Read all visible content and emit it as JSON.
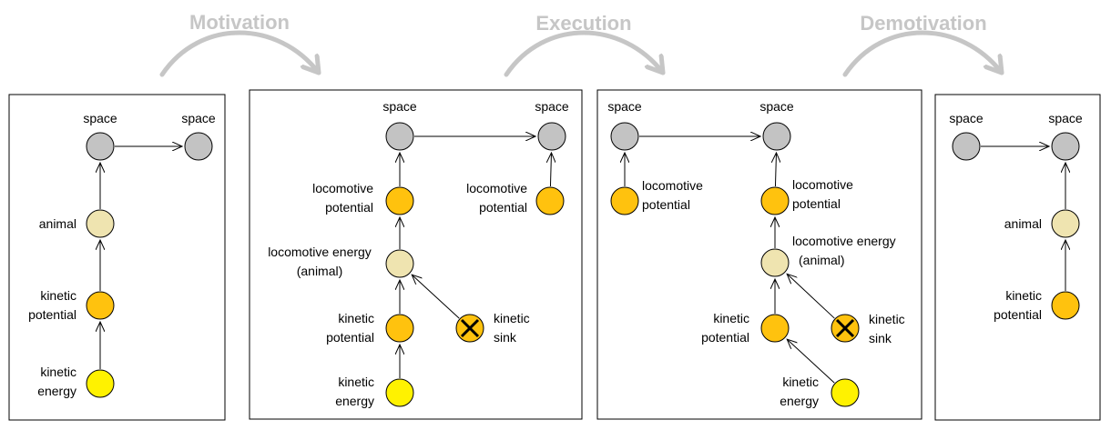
{
  "colors": {
    "space": "#c3c3c3",
    "animal": "#efe4b0",
    "potential": "#ffc20e",
    "energy": "#fff200",
    "phase_text": "#c6c6c6",
    "phase_arrow": "#c6c6c6"
  },
  "phases": [
    {
      "label": "Motivation"
    },
    {
      "label": "Execution"
    },
    {
      "label": "Demotivation"
    }
  ],
  "panels": [
    {
      "nodes": [
        {
          "id": "s1",
          "kind": "space",
          "label": [
            "space"
          ]
        },
        {
          "id": "s2",
          "kind": "space",
          "label": [
            "space"
          ]
        },
        {
          "id": "an",
          "kind": "animal",
          "label": [
            "animal"
          ]
        },
        {
          "id": "kp",
          "kind": "potential",
          "label": [
            "kinetic",
            "potential"
          ]
        },
        {
          "id": "ke",
          "kind": "energy",
          "label": [
            "kinetic",
            "energy"
          ]
        }
      ]
    },
    {
      "nodes": [
        {
          "id": "s1",
          "kind": "space",
          "label": [
            "space"
          ]
        },
        {
          "id": "s2",
          "kind": "space",
          "label": [
            "space"
          ]
        },
        {
          "id": "lp1",
          "kind": "potential",
          "label": [
            "locomotive",
            "potential"
          ]
        },
        {
          "id": "lp2",
          "kind": "potential",
          "label": [
            "locomotive",
            "potential"
          ]
        },
        {
          "id": "le",
          "kind": "animal",
          "label": [
            "locomotive energy",
            "(animal)"
          ]
        },
        {
          "id": "kp",
          "kind": "potential",
          "label": [
            "kinetic",
            "potential"
          ]
        },
        {
          "id": "ks",
          "kind": "sink",
          "label": [
            "kinetic",
            "sink"
          ]
        },
        {
          "id": "ke",
          "kind": "energy",
          "label": [
            "kinetic",
            "energy"
          ]
        }
      ]
    },
    {
      "nodes": [
        {
          "id": "s1",
          "kind": "space",
          "label": [
            "space"
          ]
        },
        {
          "id": "s2",
          "kind": "space",
          "label": [
            "space"
          ]
        },
        {
          "id": "lp1",
          "kind": "potential",
          "label": [
            "locomotive",
            "potential"
          ]
        },
        {
          "id": "lp2",
          "kind": "potential",
          "label": [
            "locomotive",
            "potential"
          ]
        },
        {
          "id": "le",
          "kind": "animal",
          "label": [
            "locomotive energy",
            "(animal)"
          ]
        },
        {
          "id": "kp",
          "kind": "potential",
          "label": [
            "kinetic",
            "potential"
          ]
        },
        {
          "id": "ks",
          "kind": "sink",
          "label": [
            "kinetic",
            "sink"
          ]
        },
        {
          "id": "ke",
          "kind": "energy",
          "label": [
            "kinetic",
            "energy"
          ]
        }
      ]
    },
    {
      "nodes": [
        {
          "id": "s1",
          "kind": "space",
          "label": [
            "space"
          ]
        },
        {
          "id": "s2",
          "kind": "space",
          "label": [
            "space"
          ]
        },
        {
          "id": "an",
          "kind": "animal",
          "label": [
            "animal"
          ]
        },
        {
          "id": "kp",
          "kind": "potential",
          "label": [
            "kinetic",
            "potential"
          ]
        }
      ]
    }
  ]
}
